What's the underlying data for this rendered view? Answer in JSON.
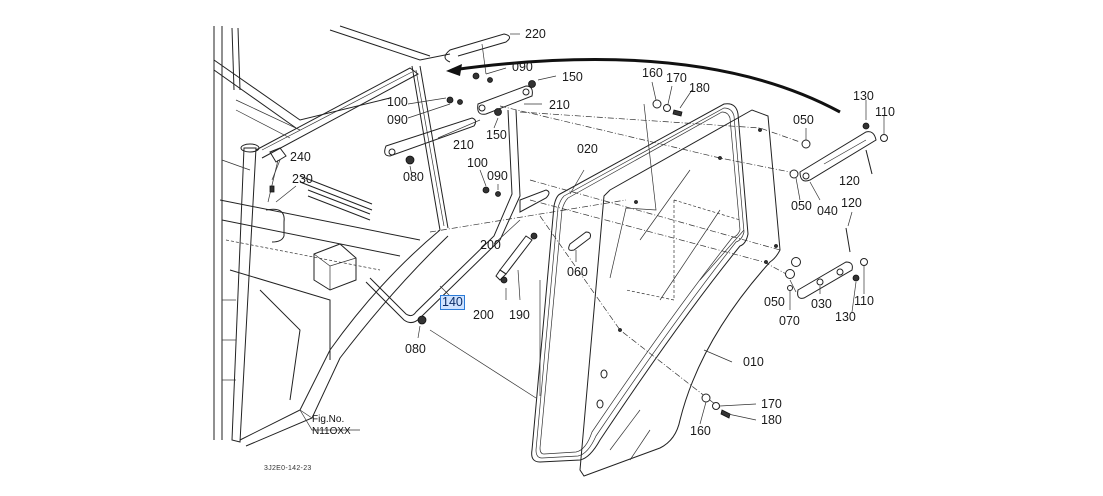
{
  "diagram": {
    "type": "parts-exploded-view",
    "figure_label": "Fig.No.",
    "figure_number": "N11OXX",
    "drawing_number": "3J2E0-142-23",
    "selected_part": "140",
    "highlight_color": "#2b7bd8",
    "callouts": [
      {
        "id": "c220a",
        "label": "220"
      },
      {
        "id": "c090a",
        "label": "090"
      },
      {
        "id": "c150a",
        "label": "150"
      },
      {
        "id": "c100a",
        "label": "100"
      },
      {
        "id": "c090b",
        "label": "090"
      },
      {
        "id": "c210a",
        "label": "210"
      },
      {
        "id": "c150b",
        "label": "150"
      },
      {
        "id": "c210b",
        "label": "210"
      },
      {
        "id": "c240",
        "label": "240"
      },
      {
        "id": "c080a",
        "label": "080"
      },
      {
        "id": "c230",
        "label": "230"
      },
      {
        "id": "c100b",
        "label": "100"
      },
      {
        "id": "c090c",
        "label": "090"
      },
      {
        "id": "c200a",
        "label": "200"
      },
      {
        "id": "c140",
        "label": "140"
      },
      {
        "id": "c200b",
        "label": "200"
      },
      {
        "id": "c190",
        "label": "190"
      },
      {
        "id": "c080b",
        "label": "080"
      },
      {
        "id": "c020",
        "label": "020"
      },
      {
        "id": "c060",
        "label": "060"
      },
      {
        "id": "c160a",
        "label": "160"
      },
      {
        "id": "c170a",
        "label": "170"
      },
      {
        "id": "c180a",
        "label": "180"
      },
      {
        "id": "c130a",
        "label": "130"
      },
      {
        "id": "c110a",
        "label": "110"
      },
      {
        "id": "c050a",
        "label": "050"
      },
      {
        "id": "c050b",
        "label": "050"
      },
      {
        "id": "c040",
        "label": "040"
      },
      {
        "id": "c120a",
        "label": "120"
      },
      {
        "id": "c120b",
        "label": "120"
      },
      {
        "id": "c050c",
        "label": "050"
      },
      {
        "id": "c030",
        "label": "030"
      },
      {
        "id": "c110b",
        "label": "110"
      },
      {
        "id": "c070",
        "label": "070"
      },
      {
        "id": "c130b",
        "label": "130"
      },
      {
        "id": "c010",
        "label": "010"
      },
      {
        "id": "c170b",
        "label": "170"
      },
      {
        "id": "c180b",
        "label": "180"
      },
      {
        "id": "c160b",
        "label": "160"
      }
    ]
  }
}
